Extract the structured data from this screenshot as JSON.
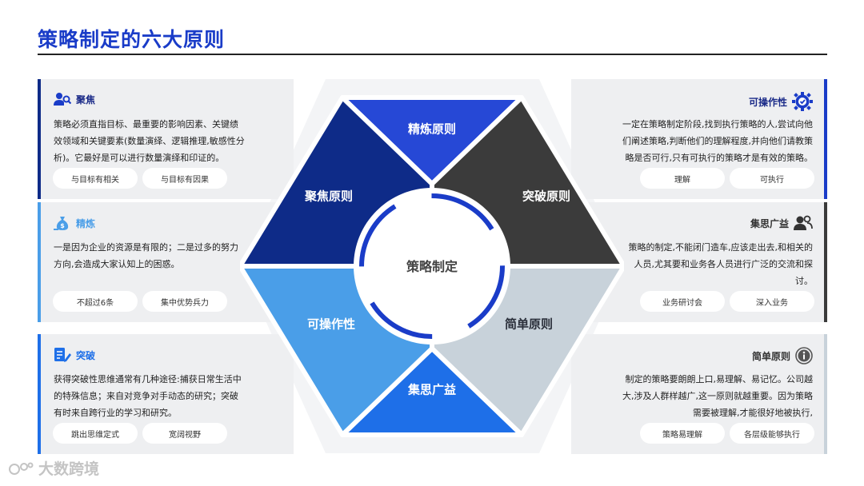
{
  "page": {
    "title": "策略制定的六大原则",
    "watermark": "大数跨境"
  },
  "colors": {
    "accent": "#1a3cc8",
    "dark_navy": "#0e2b88",
    "royal_blue": "#2648d6",
    "medium_blue": "#1e6fe8",
    "light_blue": "#4a9ee8",
    "dark_gray": "#3b3b3b",
    "light_gray": "#c8d2da"
  },
  "hexagon": {
    "center": "策略制定",
    "segments": [
      {
        "label": "精炼原则"
      },
      {
        "label": "突破原则"
      },
      {
        "label": "简单原则"
      },
      {
        "label": "集思广益"
      },
      {
        "label": "可操作性"
      },
      {
        "label": "聚焦原则"
      }
    ]
  },
  "cards": {
    "left": [
      {
        "title": "聚焦",
        "icon": "person-search-icon",
        "text": "策略必须直指目标、最重要的影响因素、关键绩效领域和关键要素(数量演绎、逻辑推理,敏感性分析)。它最好是可以进行数量演绎和印证的。",
        "tags": [
          "与目标有相关",
          "与目标有因果"
        ]
      },
      {
        "title": "精炼",
        "icon": "money-bag-icon",
        "text": "一是因为企业的资源是有限的；二是过多的努力方向,会造成大家认知上的困惑。",
        "tags": [
          "不超过6条",
          "集中优势兵力"
        ]
      },
      {
        "title": "突破",
        "icon": "document-edit-icon",
        "text": "获得突破性思维通常有几种途径:捕获日常生活中的特殊信息；来自对竞争对手动态的研究；突破有时来自跨行业的学习和研究。",
        "tags": [
          "跳出思维定式",
          "宽阔视野"
        ]
      }
    ],
    "right": [
      {
        "title": "可操作性",
        "icon": "gear-check-icon",
        "text": "一定在策略制定阶段,找到执行策略的人,尝试向他们阐述策略,判断他们的理解程度,并向他们请教策略是否可行,只有可执行的策略才是有效的策略。",
        "tags": [
          "理解",
          "可执行"
        ]
      },
      {
        "title": "集思广益",
        "icon": "people-icon",
        "text": "策略的制定,不能闭门造车,应该走出去,和相关的人员,尤其要和业务各人员进行广泛的交流和探讨。",
        "tags": [
          "业务研讨会",
          "深入业务"
        ]
      },
      {
        "title": "简单原则",
        "icon": "info-circle-icon",
        "text": "制定的策略要朗朗上口,易理解、易记忆。公司越大,涉及人群样越广,这一原则就越重要。因为策略需要被理解,才能很好地被执行,",
        "tags": [
          "策略易理解",
          "各层级能够执行"
        ]
      }
    ]
  }
}
